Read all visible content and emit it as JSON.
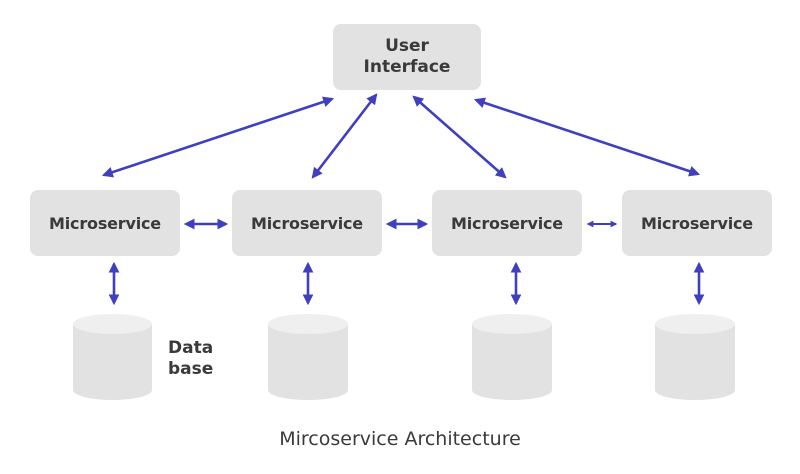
{
  "diagram": {
    "user_interface": {
      "label_line1": "User",
      "label_line2": "Interface"
    },
    "microservices": [
      {
        "label": "Microservice"
      },
      {
        "label": "Microservice"
      },
      {
        "label": "Microservice"
      },
      {
        "label": "Microservice"
      }
    ],
    "database_label": {
      "line1": "Data",
      "line2": "base"
    },
    "caption": "Mircoservice Architecture",
    "connections": [
      {
        "from": "user-interface",
        "to": "microservice-1",
        "direction": "bidirectional"
      },
      {
        "from": "user-interface",
        "to": "microservice-2",
        "direction": "bidirectional"
      },
      {
        "from": "user-interface",
        "to": "microservice-3",
        "direction": "bidirectional"
      },
      {
        "from": "user-interface",
        "to": "microservice-4",
        "direction": "bidirectional"
      },
      {
        "from": "microservice-1",
        "to": "microservice-2",
        "direction": "bidirectional"
      },
      {
        "from": "microservice-2",
        "to": "microservice-3",
        "direction": "bidirectional"
      },
      {
        "from": "microservice-3",
        "to": "microservice-4",
        "direction": "bidirectional"
      },
      {
        "from": "microservice-1",
        "to": "database-1",
        "direction": "bidirectional"
      },
      {
        "from": "microservice-2",
        "to": "database-2",
        "direction": "bidirectional"
      },
      {
        "from": "microservice-3",
        "to": "database-3",
        "direction": "bidirectional"
      },
      {
        "from": "microservice-4",
        "to": "database-4",
        "direction": "bidirectional"
      }
    ],
    "colors": {
      "arrow": "#3f3fbf",
      "box": "#e2e2e2",
      "text": "#3a3a3a",
      "cylinder_body": "#e2e2e2",
      "cylinder_top": "#efefef"
    }
  }
}
